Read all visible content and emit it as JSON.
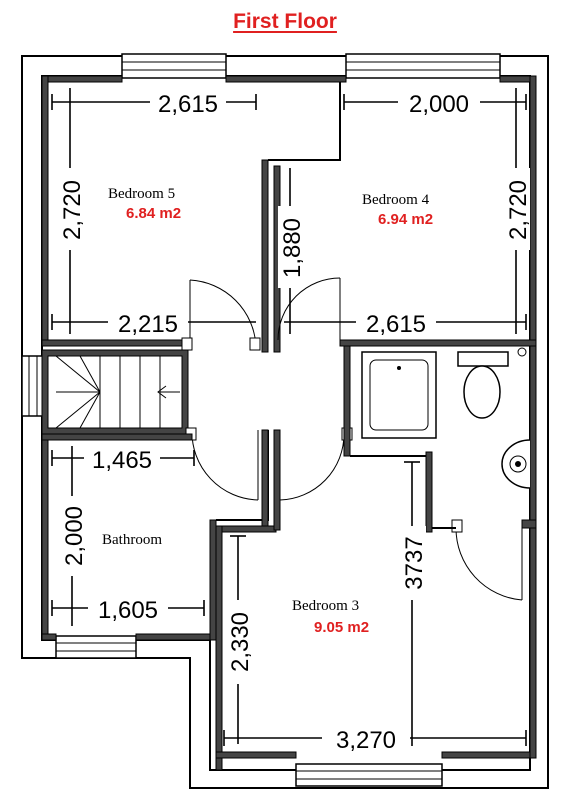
{
  "title": "First Floor",
  "colors": {
    "accent": "#e02020",
    "wall": "#444444"
  },
  "rooms": {
    "bedroom5": {
      "name": "Bedroom 5",
      "area": "6.84  m2"
    },
    "bedroom4": {
      "name": "Bedroom 4",
      "area": "6.94  m2"
    },
    "bathroom": {
      "name": "Bathroom"
    },
    "bedroom3": {
      "name": "Bedroom 3",
      "area": "9.05  m2"
    }
  },
  "dimensions": {
    "bed5_top": "2,615",
    "bed4_top": "2,000",
    "bed5_left": "2,720",
    "bed4_right": "2,720",
    "closet_height": "1,880",
    "bed5_bottom": "2,215",
    "bed4_bottom": "2,615",
    "bath_top": "1,465",
    "bath_left": "2,000",
    "bath_bottom": "1,605",
    "bed3_left": "2,330",
    "bed3_right": "3737",
    "bed3_bottom": "3,270"
  }
}
